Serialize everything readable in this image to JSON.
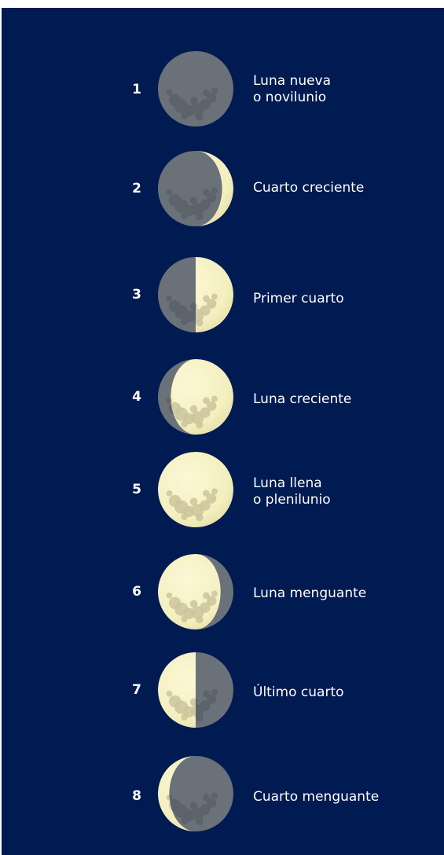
{
  "colors": {
    "background": "#001a52",
    "moon_shadow": "#6a7178",
    "moon_lit": "#f4efbf",
    "crater_shadow": "#5c636b",
    "crater_lit": "#cbc49c",
    "text": "#ffffff"
  },
  "phases": [
    {
      "number": "1",
      "lines": [
        "Luna nueva",
        "o novilunio"
      ],
      "illumination": 0.0,
      "waxing": true
    },
    {
      "number": "2",
      "lines": [
        "Cuarto creciente"
      ],
      "illumination": 0.15,
      "waxing": true
    },
    {
      "number": "3",
      "lines": [
        "Primer cuarto"
      ],
      "illumination": 0.5,
      "waxing": true
    },
    {
      "number": "4",
      "lines": [
        "Luna creciente"
      ],
      "illumination": 0.83,
      "waxing": true
    },
    {
      "number": "5",
      "lines": [
        "Luna llena",
        "o plenilunio"
      ],
      "illumination": 1.0,
      "waxing": true
    },
    {
      "number": "6",
      "lines": [
        "Luna menguante"
      ],
      "illumination": 0.83,
      "waxing": false
    },
    {
      "number": "7",
      "lines": [
        "Último cuarto"
      ],
      "illumination": 0.5,
      "waxing": false
    },
    {
      "number": "8",
      "lines": [
        "Cuarto menguante"
      ],
      "illumination": 0.15,
      "waxing": false
    }
  ]
}
